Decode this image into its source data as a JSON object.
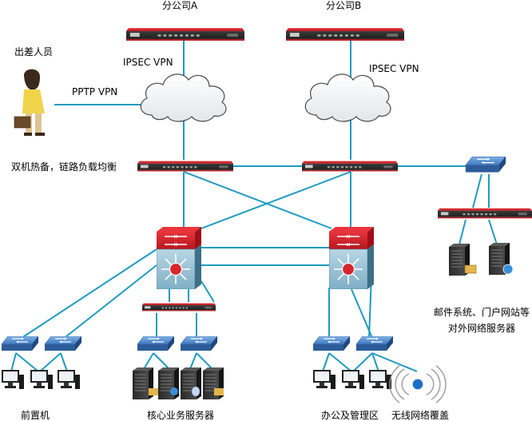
{
  "labels": {
    "branch_a": "分公司A",
    "branch_b": "分公司B",
    "traveler": "出差人员",
    "ipsec_a": "IPSEC VPN",
    "ipsec_b": "IPSEC VPN",
    "pptp": "PPTP VPN",
    "ha_note": "双机热备，链路负载均衡",
    "servers_line1": "邮件系统、门户网站等",
    "servers_line2": "对外网络服务器",
    "frontend": "前置机",
    "core_servers": "核心业务服务器",
    "office": "办公及管理区",
    "wireless": "无线网络覆盖"
  },
  "colors": {
    "link": "#1e9bc0",
    "firewall_red": "#d7262e",
    "firewall_body": "#2d2d2d",
    "switch_blue": "#3a6fb5",
    "core_teal": "#3f7f96"
  },
  "icons": {
    "firewall": "firewall-icon",
    "core_switch": "core-switch-icon",
    "access_switch": "switch-icon",
    "cloud": "cloud-icon",
    "server": "server-icon",
    "pc": "pc-icon",
    "wifi": "wifi-icon",
    "person": "traveler-icon"
  }
}
